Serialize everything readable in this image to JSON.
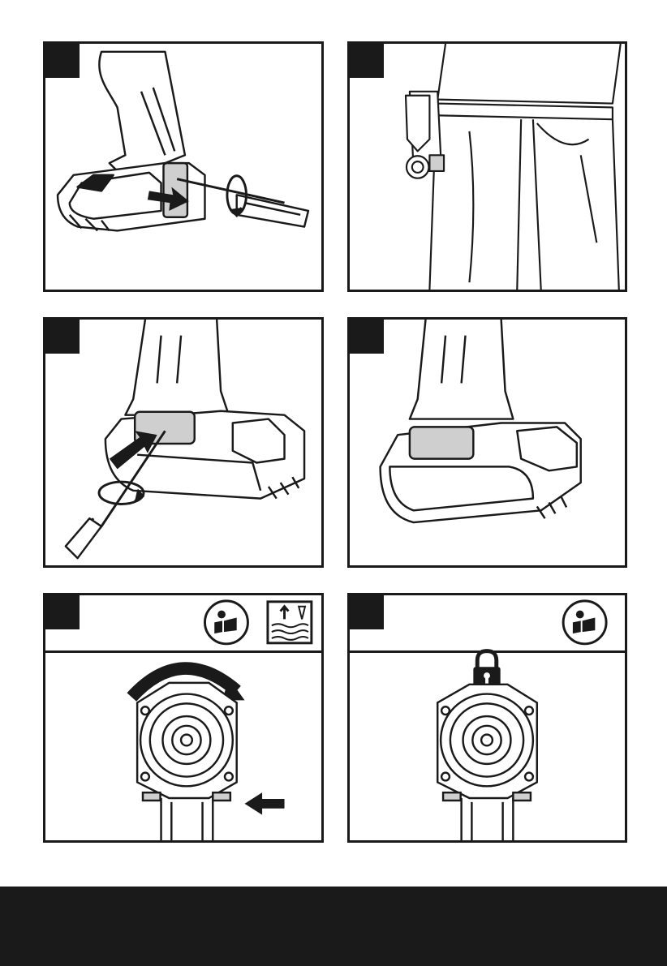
{
  "panels": [
    {
      "id": "1",
      "tab_label": ""
    },
    {
      "id": "2",
      "tab_label": ""
    },
    {
      "id": "3",
      "tab_label": ""
    },
    {
      "id": "4",
      "tab_label": ""
    },
    {
      "id": "5",
      "tab_label": ""
    },
    {
      "id": "6",
      "tab_label": ""
    }
  ],
  "icons": {
    "manual": "read-manual-icon",
    "water": "water-level-icon",
    "lock": "padlock-icon"
  },
  "colors": {
    "ink": "#1a1a1a",
    "paper": "#ffffff",
    "shade": "#cfcfcf"
  }
}
